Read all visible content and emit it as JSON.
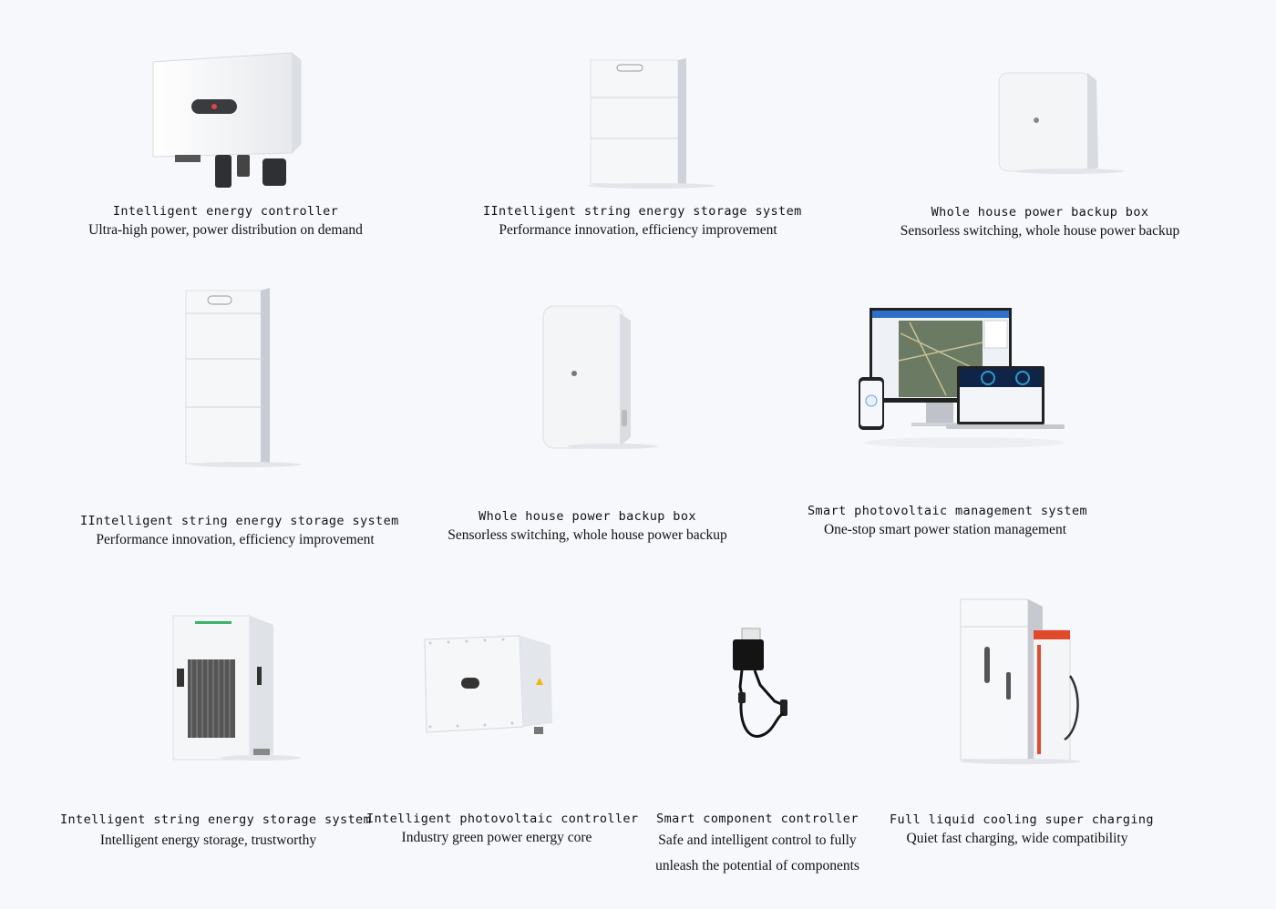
{
  "products": [
    {
      "title": "Intelligent energy controller",
      "subtitle": "Ultra-high power, power distribution on demand",
      "icon": "inverter-icon"
    },
    {
      "title": "IIntelligent string energy storage system",
      "subtitle": "Performance innovation, efficiency improvement",
      "icon": "battery-stack-icon"
    },
    {
      "title": "Whole house power backup box",
      "subtitle": "Sensorless switching, whole house power backup",
      "icon": "backup-box-icon"
    },
    {
      "title": "IIntelligent string energy storage system",
      "subtitle": "Performance innovation, efficiency improvement",
      "icon": "battery-tower-icon"
    },
    {
      "title": "Whole house power backup box",
      "subtitle": "Sensorless switching, whole house power backup",
      "icon": "backup-panel-icon"
    },
    {
      "title": "Smart photovoltaic management system",
      "subtitle": "One-stop smart power station management",
      "icon": "management-devices-icon"
    },
    {
      "title": "Intelligent string energy storage system",
      "subtitle": "Intelligent energy storage, trustworthy",
      "icon": "storage-cabinet-icon"
    },
    {
      "title": "Intelligent photovoltaic controller",
      "subtitle": "Industry green power energy core",
      "icon": "pv-controller-icon"
    },
    {
      "title": "Smart component controller",
      "subtitle": "Safe and intelligent control to fully",
      "subtitle2": "unleash the potential of components",
      "icon": "component-controller-icon"
    },
    {
      "title": "Full liquid cooling super charging",
      "subtitle": "Quiet fast charging, wide compatibility",
      "icon": "charging-station-icon"
    }
  ]
}
